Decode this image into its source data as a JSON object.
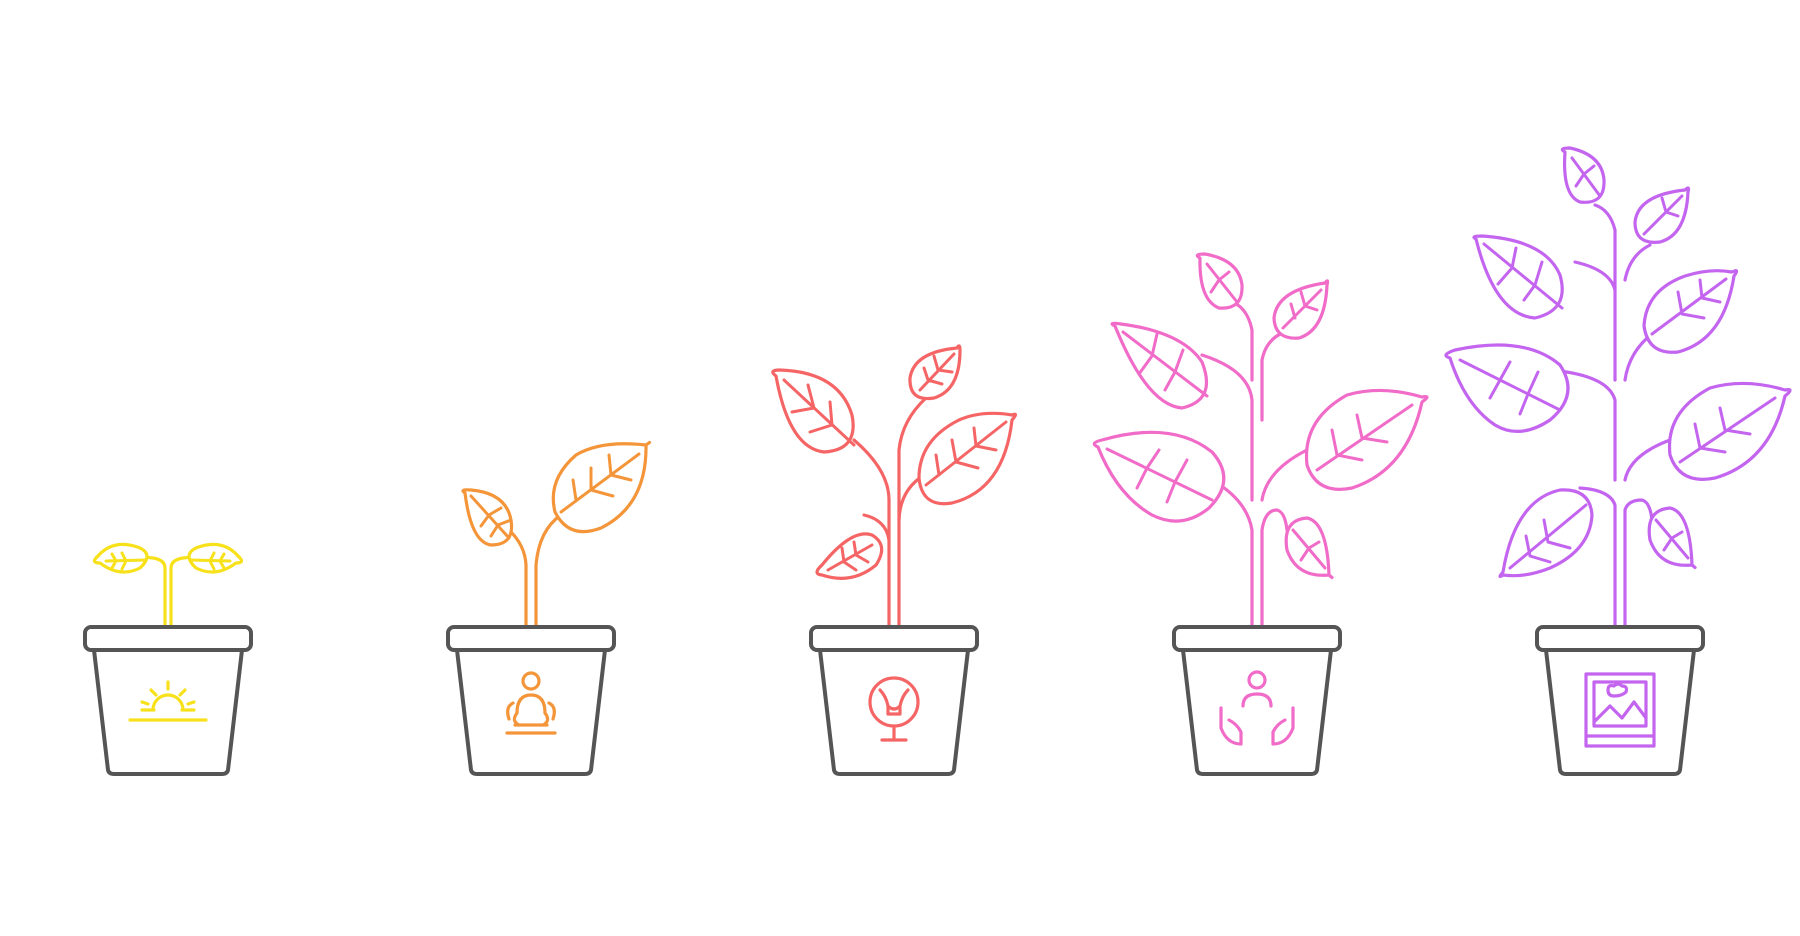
{
  "colors": {
    "pot_stroke": "#555555",
    "background": "#ffffff"
  },
  "stages": [
    {
      "stage": 1,
      "color": "#f7e11a",
      "icon": "sunrise-icon"
    },
    {
      "stage": 2,
      "color": "#f4953a",
      "icon": "meditation-icon"
    },
    {
      "stage": 3,
      "color": "#f56565",
      "icon": "lounge-chair-icon"
    },
    {
      "stage": 4,
      "color": "#f06cc8",
      "icon": "caring-hands-icon"
    },
    {
      "stage": 5,
      "color": "#c465f0",
      "icon": "landscape-picture-icon"
    }
  ]
}
